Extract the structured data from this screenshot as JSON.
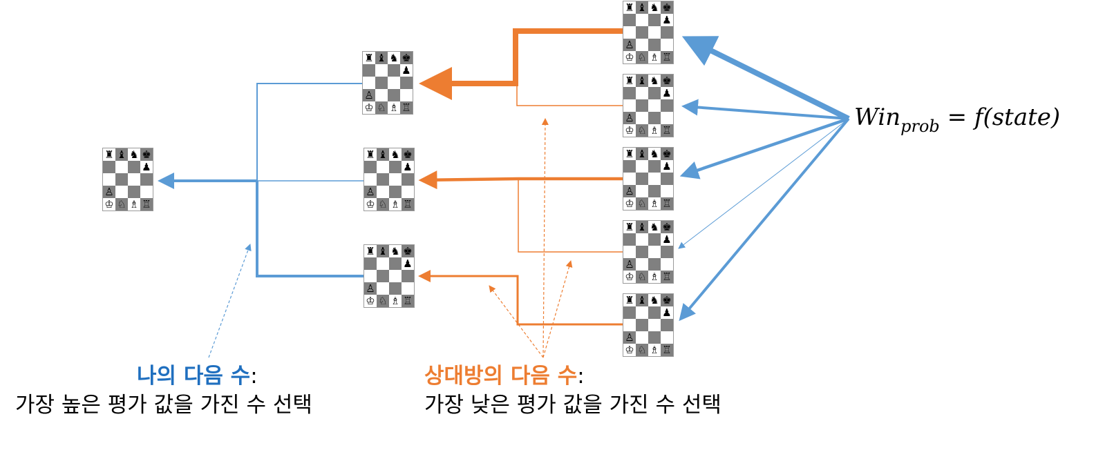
{
  "colors": {
    "blue": "#5b9bd5",
    "orange": "#ed7d31",
    "blue_text": "#1f6fbf",
    "orange_text": "#ed7d31"
  },
  "boards": {
    "root": [
      [
        "♜",
        "♝",
        "♞",
        "♚"
      ],
      [
        "",
        "",
        "",
        "♟"
      ],
      [
        "",
        "",
        "",
        ""
      ],
      [
        "♙",
        "",
        "",
        ""
      ],
      [
        "♔",
        "♘",
        "♗",
        "♖"
      ]
    ],
    "mine_1": [
      [
        "♜",
        "♝",
        "♞",
        "♚"
      ],
      [
        "",
        "",
        "",
        "♟"
      ],
      [
        "",
        "",
        "",
        ""
      ],
      [
        "♙",
        "",
        "",
        ""
      ],
      [
        "♔",
        "♘",
        "♗",
        "♖"
      ]
    ],
    "mine_2": [
      [
        "♜",
        "♝",
        "♞",
        "♚"
      ],
      [
        "",
        "",
        "",
        "♟"
      ],
      [
        "",
        "",
        "",
        ""
      ],
      [
        "♙",
        "",
        "",
        ""
      ],
      [
        "♔",
        "♘",
        "♗",
        "♖"
      ]
    ],
    "mine_3": [
      [
        "♜",
        "♝",
        "♞",
        "♚"
      ],
      [
        "",
        "",
        "",
        "♟"
      ],
      [
        "",
        "",
        "",
        ""
      ],
      [
        "♙",
        "",
        "",
        ""
      ],
      [
        "♔",
        "♘",
        "♗",
        "♖"
      ]
    ],
    "opp_1": [
      [
        "♜",
        "♝",
        "♞",
        "♚"
      ],
      [
        "",
        "",
        "",
        "♟"
      ],
      [
        "",
        "",
        "",
        ""
      ],
      [
        "♙",
        "",
        "",
        ""
      ],
      [
        "♔",
        "♘",
        "♗",
        "♖"
      ]
    ],
    "opp_2": [
      [
        "♜",
        "♝",
        "♞",
        "♚"
      ],
      [
        "",
        "",
        "",
        "♟"
      ],
      [
        "",
        "",
        "",
        ""
      ],
      [
        "♙",
        "",
        "",
        ""
      ],
      [
        "♔",
        "♘",
        "♗",
        "♖"
      ]
    ],
    "opp_3": [
      [
        "♜",
        "♝",
        "♞",
        "♚"
      ],
      [
        "",
        "",
        "",
        "♟"
      ],
      [
        "",
        "",
        "",
        ""
      ],
      [
        "♙",
        "",
        "",
        ""
      ],
      [
        "♔",
        "♘",
        "♗",
        "♖"
      ]
    ],
    "opp_4": [
      [
        "♜",
        "♝",
        "♞",
        "♚"
      ],
      [
        "",
        "",
        "",
        "♟"
      ],
      [
        "",
        "",
        "",
        ""
      ],
      [
        "♙",
        "",
        "",
        ""
      ],
      [
        "♔",
        "♘",
        "♗",
        "♖"
      ]
    ],
    "opp_5": [
      [
        "♜",
        "♝",
        "♞",
        "♚"
      ],
      [
        "",
        "",
        "",
        "♟"
      ],
      [
        "",
        "",
        "",
        ""
      ],
      [
        "♙",
        "",
        "",
        ""
      ],
      [
        "♔",
        "♘",
        "♗",
        "♖"
      ]
    ]
  },
  "formula": {
    "lhs": "Win",
    "sub": "prob",
    "rhs": " = f(state)"
  },
  "captions": {
    "mine": {
      "head": "나의 다음 수",
      "colon": ":",
      "body": "가장 높은 평가 값을 가진 수 선택"
    },
    "opponent": {
      "head": "상대방의 다음 수",
      "colon": ":",
      "body": "가장 낮은 평가 값을 가진 수 선택"
    }
  }
}
